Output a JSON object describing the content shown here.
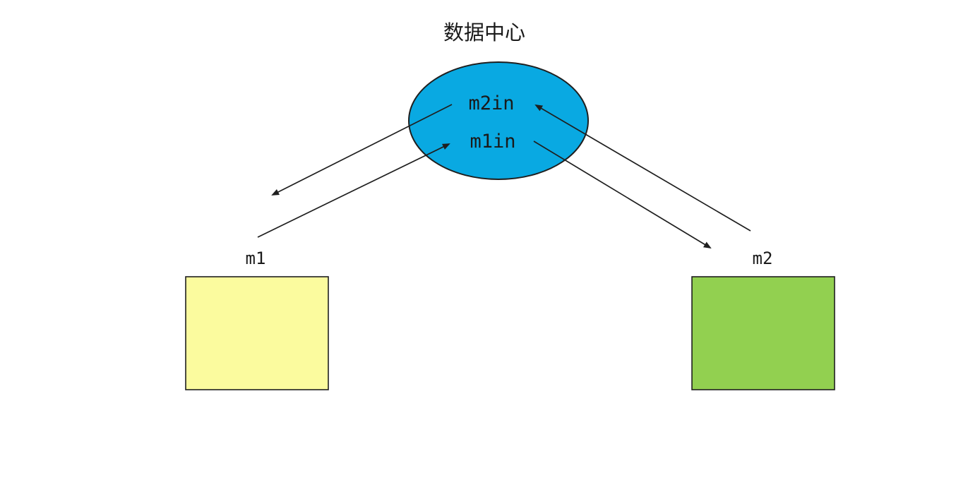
{
  "diagram": {
    "title": "数据中心",
    "hub": {
      "name": "数据中心",
      "shape": "ellipse",
      "ports": {
        "top": "m2in",
        "bottom": "m1in"
      }
    },
    "nodes": [
      {
        "id": "m1",
        "label": "m1",
        "shape": "rectangle",
        "fill_key": "m1_fill",
        "position": "bottom-left"
      },
      {
        "id": "m2",
        "label": "m2",
        "shape": "rectangle",
        "fill_key": "m2_fill",
        "position": "bottom-right"
      }
    ],
    "edges": [
      {
        "from": "数据中心.m2in",
        "to": "m1",
        "arrow": "to"
      },
      {
        "from": "m1",
        "to": "数据中心.m1in",
        "arrow": "to"
      },
      {
        "from": "m2",
        "to": "数据中心.m2in",
        "arrow": "to"
      },
      {
        "from": "数据中心.m1in",
        "to": "m2",
        "arrow": "to"
      }
    ]
  },
  "colors": {
    "hub_fill": "#09A9E2",
    "m1_fill": "#FBFB9E",
    "m2_fill": "#92D050",
    "stroke": "#1F1F1F",
    "background": "#FFFFFF"
  }
}
